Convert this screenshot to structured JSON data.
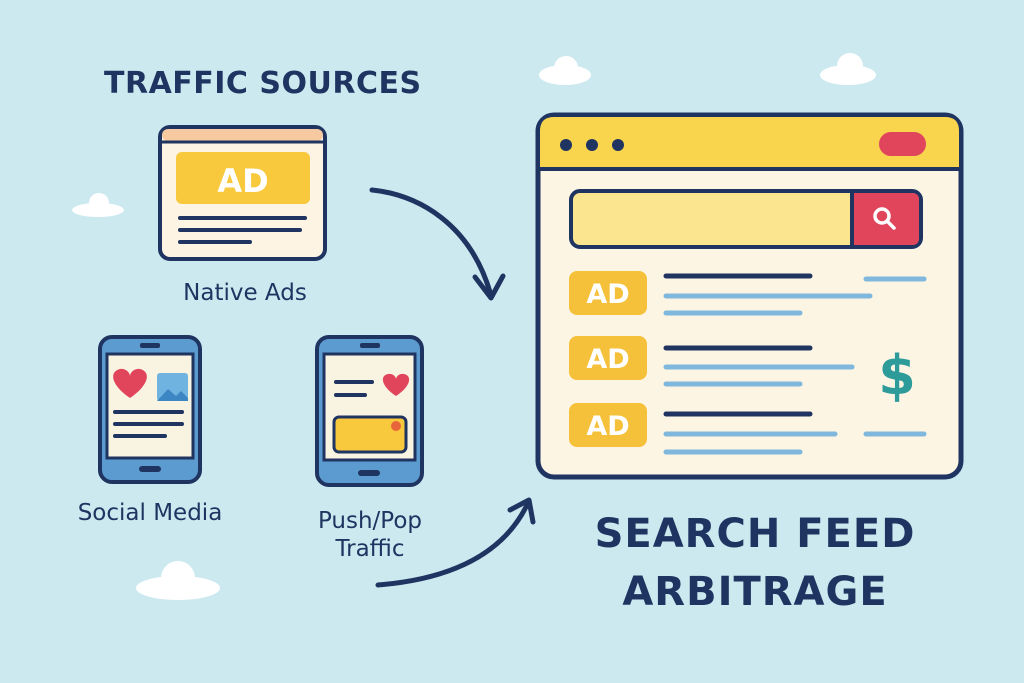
{
  "heading": "TRAFFIC SOURCES",
  "sources": {
    "native_ads": {
      "label": "Native Ads",
      "badge": "AD"
    },
    "social_media": {
      "label": "Social Media"
    },
    "push_pop": {
      "label_line1": "Push/Pop",
      "label_line2": "Traffic"
    }
  },
  "browser": {
    "ad_badges": [
      "AD",
      "AD",
      "AD"
    ],
    "currency_symbol": "$"
  },
  "title": {
    "line1": "SEARCH FEED",
    "line2": "ARBITRAGE"
  },
  "colors": {
    "background": "#cde9f0",
    "navy": "#1f3461",
    "yellow": "#f8d54d",
    "ad_badge": "#f6c13a",
    "red": "#e0455c",
    "teal": "#2d9b9a",
    "light_blue": "#7fb8dc"
  }
}
